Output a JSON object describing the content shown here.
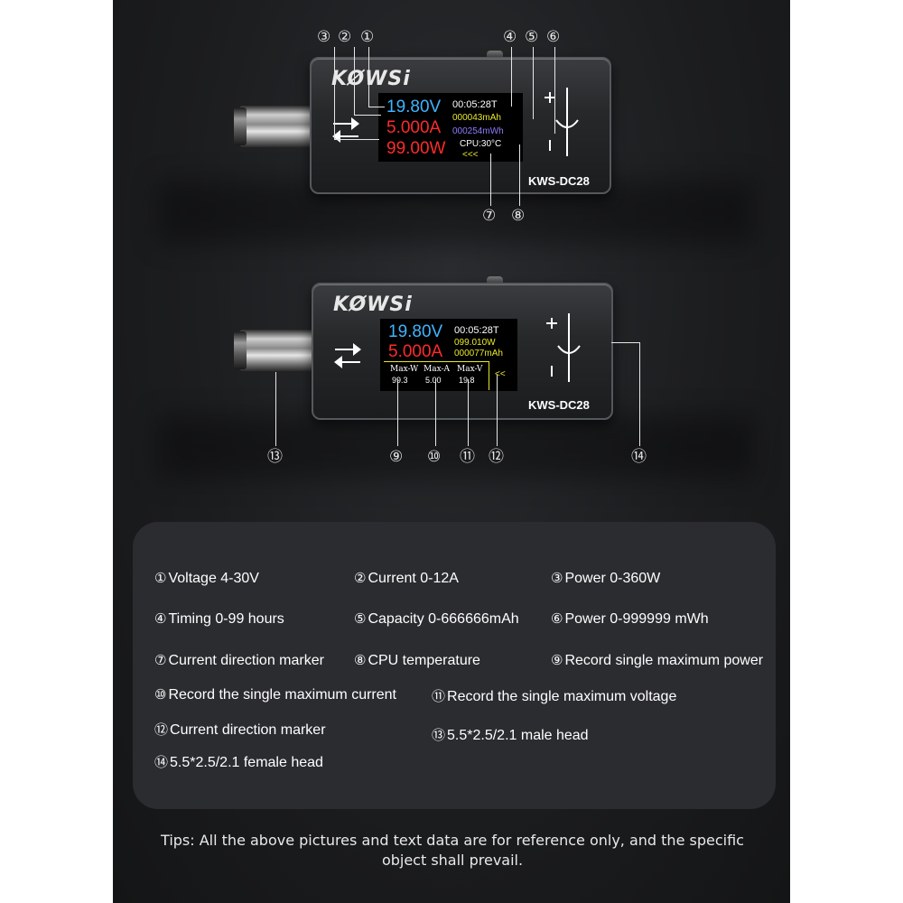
{
  "colors": {
    "panel_bg": "#1c1d1f",
    "screen_voltage": "#3fb4ff",
    "screen_current": "#ff2a2a",
    "screen_power": "#ff2a2a",
    "screen_white": "#ffffff",
    "screen_yellow": "#e8e82a",
    "screen_purple": "#8c7cff",
    "legend_card_bg": "#2b2c30"
  },
  "device_top": {
    "logo": "KØWSi",
    "model": "KWS-DC28",
    "screen": {
      "voltage": "19.80V",
      "current": "5.000A",
      "power": "99.00W",
      "timer": "00:05:28T",
      "capacity": "000043mAh",
      "energy": "000254mWh",
      "cpu": "CPU:30°C",
      "direction": "<<<"
    },
    "markers": [
      "③",
      "②",
      "①",
      "④",
      "⑤",
      "⑥",
      "⑦",
      "⑧"
    ]
  },
  "device_bottom": {
    "logo": "KØWSi",
    "model": "KWS-DC28",
    "screen": {
      "voltage": "19.80V",
      "current": "5.000A",
      "timer": "00:05:28T",
      "power": "099.010W",
      "capacity": "000077mAh",
      "max_w_label": "Max-W",
      "max_w_value": "99.3",
      "max_a_label": "Max-A",
      "max_a_value": "5.00",
      "max_v_label": "Max-V",
      "max_v_value": "19.8",
      "direction": "<<"
    },
    "markers": [
      "⑬",
      "⑨",
      "⑩",
      "⑪",
      "⑫",
      "⑭"
    ]
  },
  "legend": [
    {
      "num": "①",
      "text": "Voltage 4-30V"
    },
    {
      "num": "②",
      "text": "Current 0-12A"
    },
    {
      "num": "③",
      "text": "Power 0-360W"
    },
    {
      "num": "④",
      "text": "Timing 0-99 hours"
    },
    {
      "num": "⑤",
      "text": "Capacity 0-666666mAh"
    },
    {
      "num": "⑥",
      "text": "Power 0-999999 mWh"
    },
    {
      "num": "⑦",
      "text": "Current direction marker"
    },
    {
      "num": "⑧",
      "text": "CPU temperature"
    },
    {
      "num": "⑨",
      "text": "Record single maximum power"
    },
    {
      "num": "⑩",
      "text": "Record the single maximum current"
    },
    {
      "num": "⑪",
      "text": "Record the single maximum voltage"
    },
    {
      "num": "⑫",
      "text": "Current direction marker"
    },
    {
      "num": "⑬",
      "text": "5.5*2.5/2.1 male head"
    },
    {
      "num": "⑭",
      "text": "5.5*2.5/2.1 female head"
    }
  ],
  "tips": "Tips: All the above pictures and text data are for reference only, and the specific object shall prevail."
}
